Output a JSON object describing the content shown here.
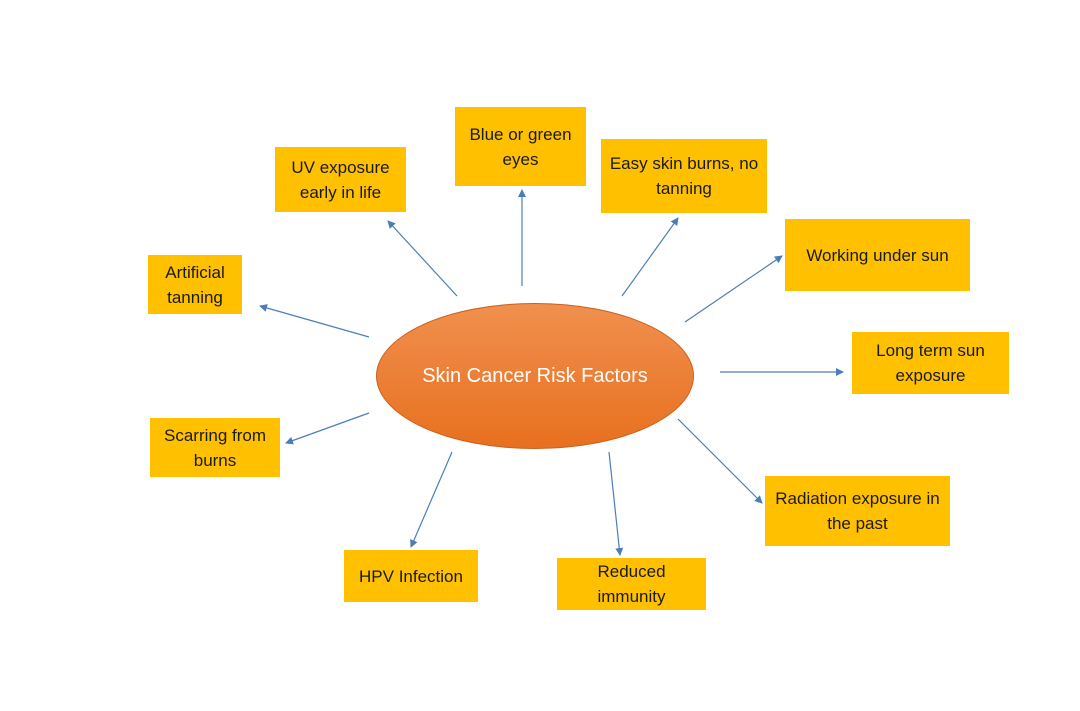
{
  "colors": {
    "box_fill": "#ffc000",
    "arrow": "#4a7ebb",
    "center_top": "#f0904e",
    "center_bottom": "#e8701f",
    "center_text": "#ffffff"
  },
  "center": {
    "label": "Skin Cancer Risk Factors"
  },
  "factors": [
    {
      "id": "blue-eyes",
      "label": "Blue or green eyes"
    },
    {
      "id": "uv-early",
      "label": "UV exposure early in life"
    },
    {
      "id": "easy-burns",
      "label": "Easy skin burns, no tanning"
    },
    {
      "id": "working-sun",
      "label": "Working under sun"
    },
    {
      "id": "artificial-tanning",
      "label": "Artificial tanning"
    },
    {
      "id": "long-term-sun",
      "label": "Long term sun exposure"
    },
    {
      "id": "scarring-burns",
      "label": "Scarring from burns"
    },
    {
      "id": "radiation-exposure",
      "label": "Radiation exposure in the past"
    },
    {
      "id": "hpv-infection",
      "label": "HPV Infection"
    },
    {
      "id": "reduced-immunity",
      "label": "Reduced immunity"
    }
  ]
}
